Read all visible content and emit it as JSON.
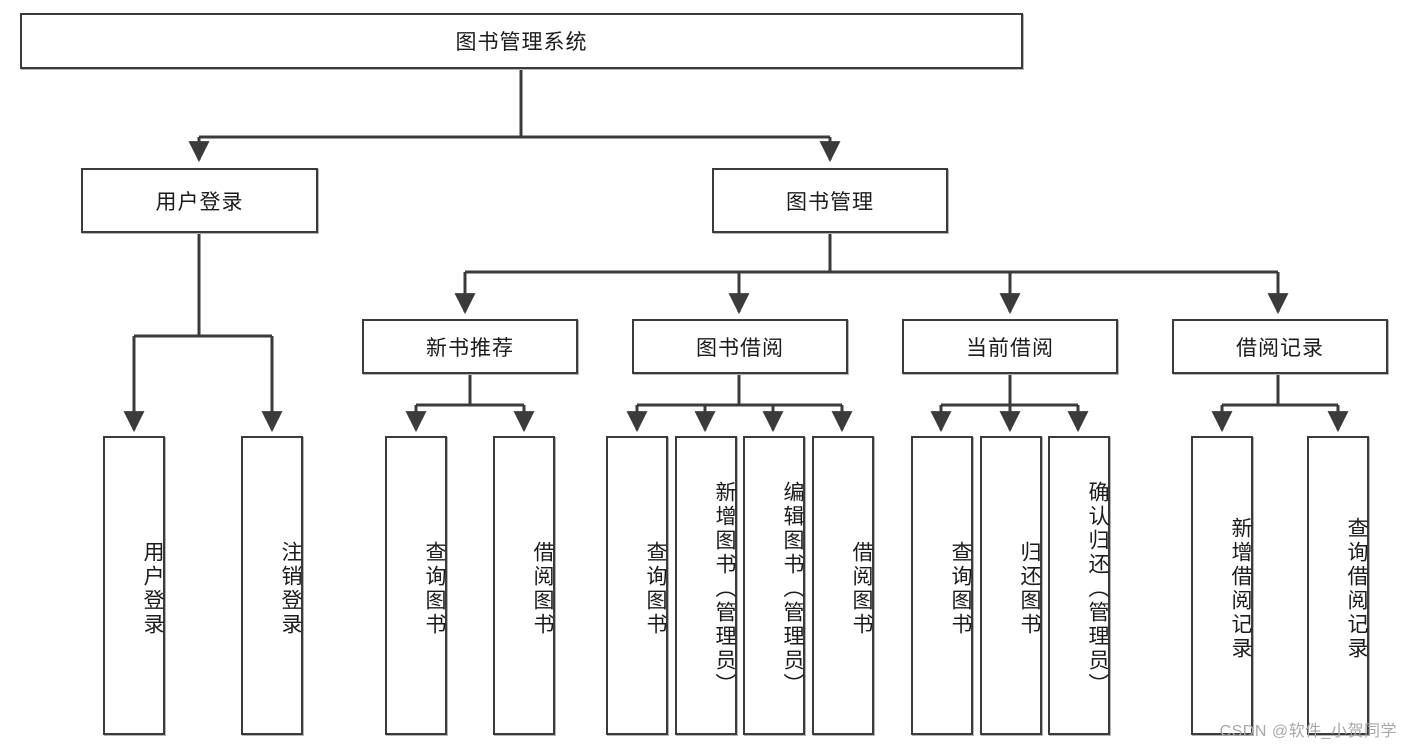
{
  "diagram": {
    "title": "图书管理系统",
    "type": "tree-hierarchy",
    "root": {
      "label": "图书管理系统"
    },
    "level2": [
      {
        "label": "用户登录"
      },
      {
        "label": "图书管理"
      }
    ],
    "level3": [
      {
        "label": "新书推荐"
      },
      {
        "label": "图书借阅"
      },
      {
        "label": "当前借阅"
      },
      {
        "label": "借阅记录"
      }
    ],
    "leaves": {
      "user_login": [
        {
          "label": "用户登录"
        },
        {
          "label": "注销登录"
        }
      ],
      "new_book_recommend": [
        {
          "label": "查询图书"
        },
        {
          "label": "借阅图书"
        }
      ],
      "book_borrow": [
        {
          "label": "查询图书"
        },
        {
          "label": "新增图书（管理员）"
        },
        {
          "label": "编辑图书（管理员）"
        },
        {
          "label": "借阅图书"
        }
      ],
      "current_borrow": [
        {
          "label": "查询图书"
        },
        {
          "label": "归还图书"
        },
        {
          "label": "确认归还（管理员）"
        }
      ],
      "borrow_record": [
        {
          "label": "新增借阅记录"
        },
        {
          "label": "查询借阅记录"
        }
      ]
    }
  },
  "watermark": {
    "text": "CSDN @软件_小贺同学"
  },
  "colors": {
    "border": "#3b3b3b",
    "background": "#ffffff",
    "text": "#1b1b1b",
    "watermark": "#a8a8a8"
  }
}
